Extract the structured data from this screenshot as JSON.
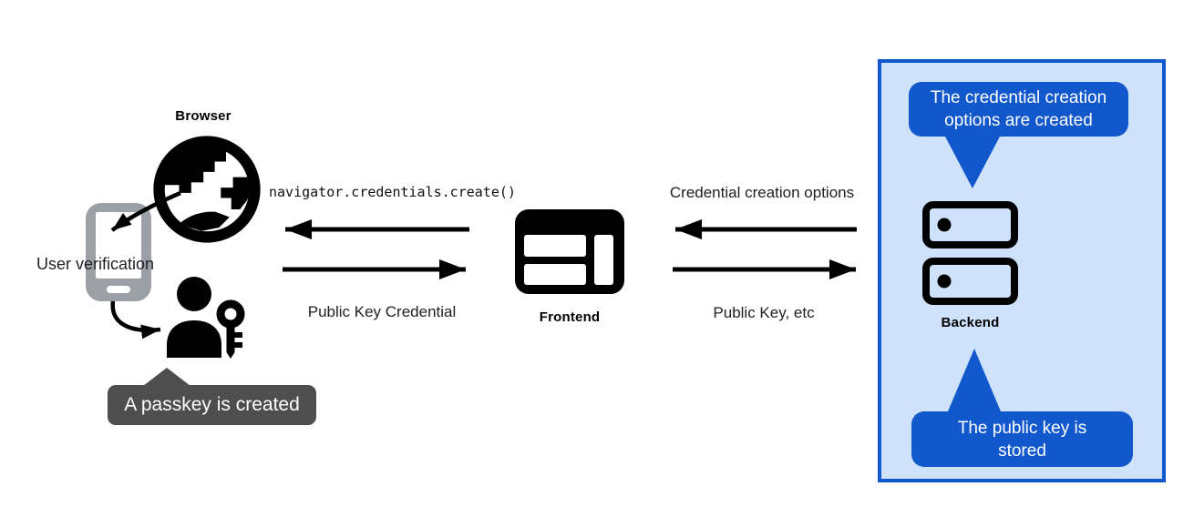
{
  "left": {
    "browser_label": "Browser",
    "user_verification_label": "User verification",
    "passkey_tooltip": "A passkey is created"
  },
  "frontend": {
    "label": "Frontend"
  },
  "backend": {
    "label": "Backend",
    "bubble_top": "The credential creation\noptions are created",
    "bubble_bottom": "The public key is\nstored"
  },
  "arrows": {
    "frontend_to_browser_label": "navigator.credentials.create()",
    "browser_to_frontend_label": "Public Key Credential",
    "backend_to_frontend_label": "Credential creation options",
    "frontend_to_backend_label": "Public Key, etc"
  },
  "icons": {
    "globe-icon": "browser globe",
    "phone-icon": "mobile phone (user verification device)",
    "person-key-icon": "user with passkey",
    "frontend-window-icon": "browser window (frontend)",
    "server-icon": "stacked servers (backend)"
  },
  "colors": {
    "bubble_blue": "#1258cd",
    "panel_fill": "#cfe2fc",
    "panel_border": "#1258cd",
    "tooltip_gray": "#4e4e4e",
    "phone_gray": "#9aa0a6",
    "ink": "#000000"
  }
}
